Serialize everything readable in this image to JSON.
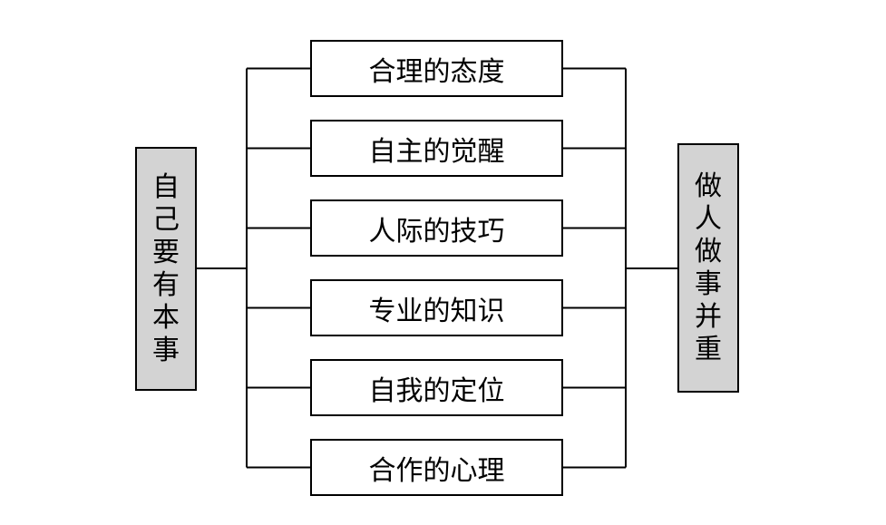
{
  "diagram": {
    "left_node": {
      "label": "自己要有本事",
      "fill": "#d3d3d3"
    },
    "right_node": {
      "label": "做人做事并重",
      "fill": "#d3d3d3"
    },
    "middle_nodes": [
      {
        "label": "合理的态度"
      },
      {
        "label": "自主的觉醒"
      },
      {
        "label": "人际的技巧"
      },
      {
        "label": "专业的知识"
      },
      {
        "label": "自我的定位"
      },
      {
        "label": "合作的心理"
      }
    ],
    "line_color": "#000000"
  }
}
